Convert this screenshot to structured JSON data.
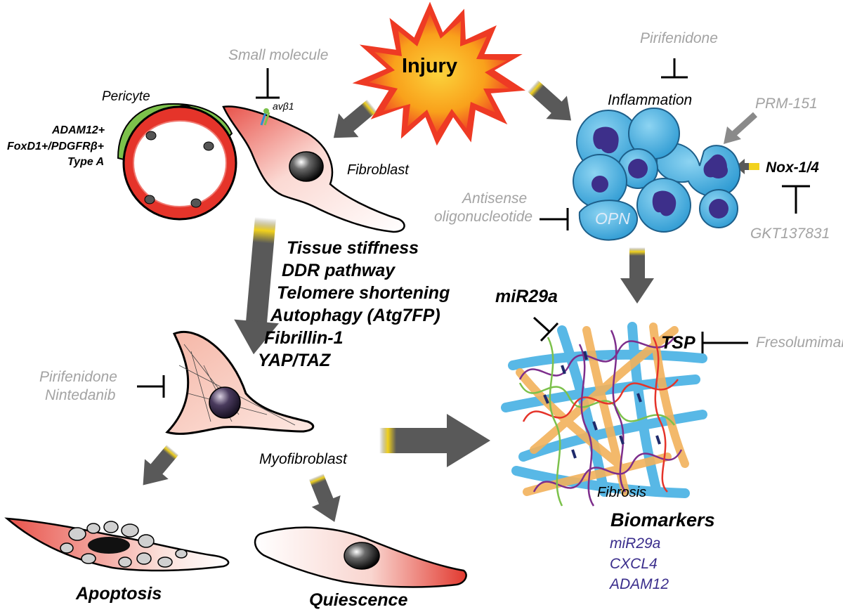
{
  "injury": "Injury",
  "cells": {
    "pericyte": "Pericyte",
    "pericyte_markers": [
      "ADAM12+",
      "FoxD1+/PDGFRβ+",
      "Type A"
    ],
    "fibroblast": "Fibroblast",
    "integrin": "avβ1",
    "myofibroblast": "Myofibroblast",
    "apoptosis": "Apoptosis",
    "quiescence": "Quiescence",
    "inflammation": "Inflammation",
    "opn": "OPN",
    "fibrosis": "Fibrosis"
  },
  "mechanisms": [
    "Tissue stiffness",
    "DDR pathway",
    "Telomere shortening",
    "Autophagy (Atg7FP)",
    "Fibrillin-1",
    "YAP/TAZ"
  ],
  "inhibitors": {
    "small_molecule": "Small molecule",
    "pirfenidone_top": "Pirifenidone",
    "prm151": "PRM-151",
    "gkt": "GKT137831",
    "antisense": [
      "Antisense",
      "oligonucleotide"
    ],
    "fresolumimab": "Fresolumimab",
    "myofibroblast_drugs": [
      "Pirifenidone",
      "Nintedanib"
    ]
  },
  "targets": {
    "nox": "Nox-1/4",
    "mir29a": "miR29a",
    "tsp": "TSP"
  },
  "biomarkers": {
    "title": "Biomarkers",
    "items": [
      "miR29a",
      "CXCL4",
      "ADAM12"
    ]
  },
  "colors": {
    "arrow": "#595959",
    "arrow_tip": "#f2d21d",
    "inhibitor_text": "#a3a3a3",
    "biomarker_text": "#3a2d8c",
    "inflammatory_cell": "#3ea9dc",
    "collagen_blue": "#58b8e6",
    "collagen_orange": "#f2b25c"
  }
}
